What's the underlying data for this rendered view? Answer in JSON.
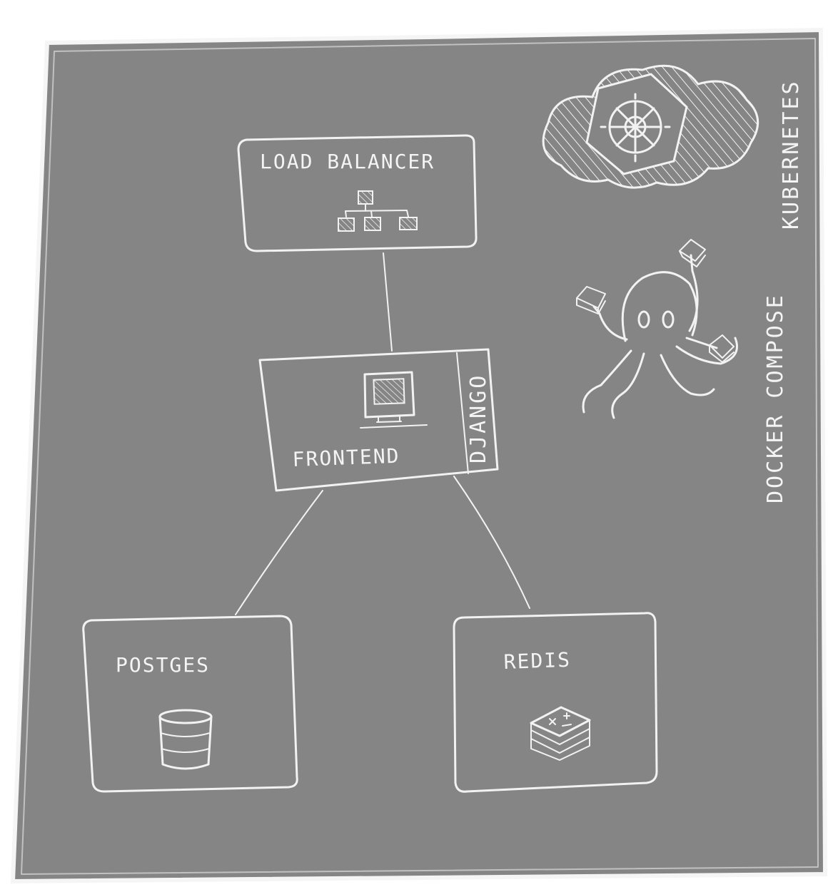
{
  "colors": {
    "board": "#858585",
    "chalk": "#f2f2f2"
  },
  "nodes": {
    "load_balancer": {
      "label": "LOAD BALANCER",
      "icon": "network-tree-icon"
    },
    "frontend": {
      "label": "FRONTEND",
      "sublabel": "DJANGO",
      "icon": "computer-monitor-icon"
    },
    "postgres": {
      "label": "POSTGES",
      "icon": "database-icon"
    },
    "redis": {
      "label": "REDIS",
      "icon": "redis-stack-icon"
    }
  },
  "platforms": {
    "kubernetes": {
      "label": "KUBERNETES",
      "icon": "kubernetes-cloud-icon"
    },
    "docker_compose": {
      "label": "DOCKER COMPOSE",
      "icon": "docker-compose-octopus-icon"
    }
  },
  "edges": [
    {
      "from": "load_balancer",
      "to": "frontend"
    },
    {
      "from": "frontend",
      "to": "postgres"
    },
    {
      "from": "frontend",
      "to": "redis"
    }
  ]
}
